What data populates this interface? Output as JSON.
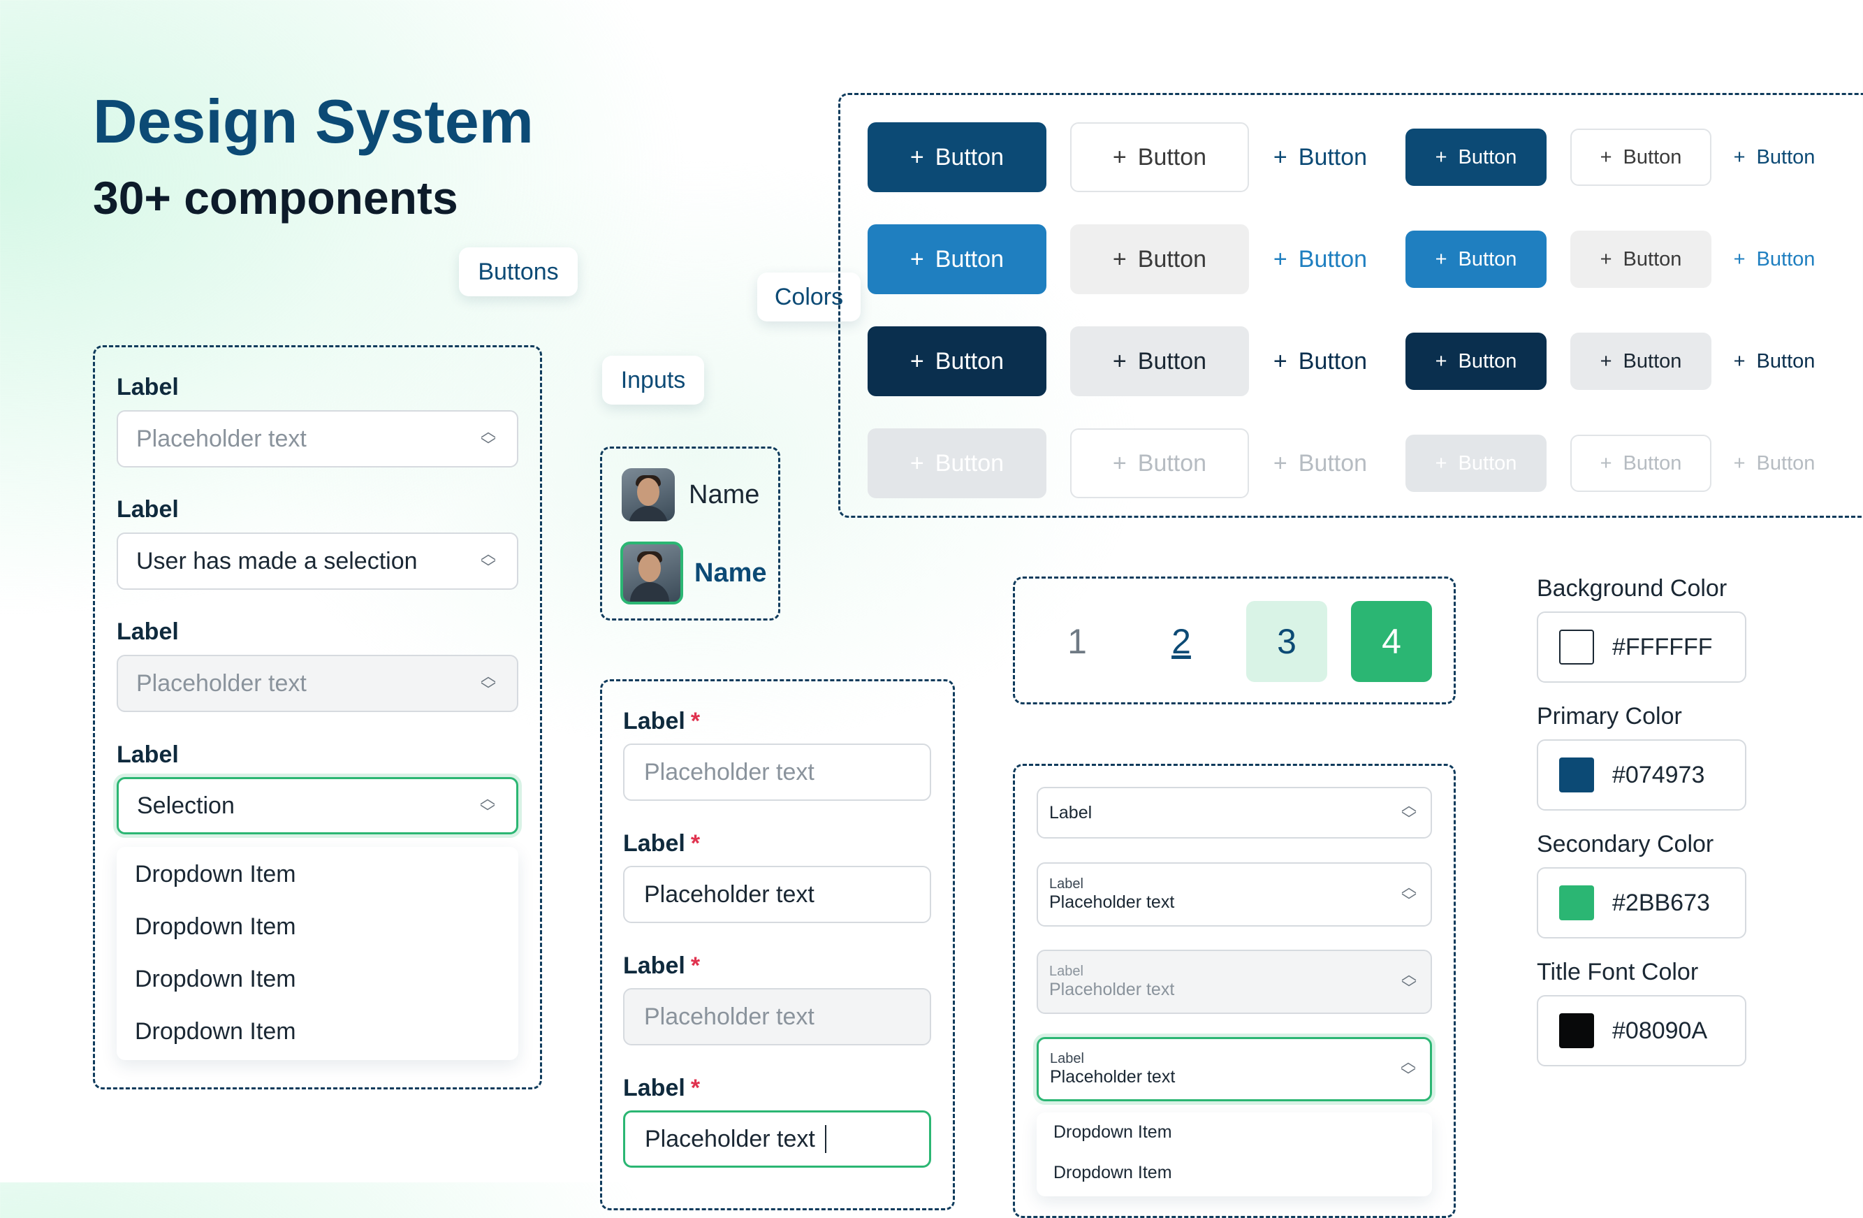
{
  "header": {
    "title": "Design System",
    "subtitle": "30+ components"
  },
  "tags": {
    "buttons": "Buttons",
    "colors": "Colors",
    "inputs": "Inputs"
  },
  "selects_panel": {
    "fields": [
      {
        "label": "Label",
        "value": "Placeholder text",
        "state": "placeholder"
      },
      {
        "label": "Label",
        "value": "User has made a selection",
        "state": "filled"
      },
      {
        "label": "Label",
        "value": "Placeholder text",
        "state": "disabled"
      },
      {
        "label": "Label",
        "value": "Selection",
        "state": "focused"
      }
    ],
    "dropdown_items": [
      "Dropdown Item",
      "Dropdown Item",
      "Dropdown Item",
      "Dropdown Item"
    ]
  },
  "avatars_panel": {
    "items": [
      {
        "name": "Name",
        "selected": false
      },
      {
        "name": "Name",
        "selected": true
      }
    ]
  },
  "inputs_panel": {
    "fields": [
      {
        "label": "Label",
        "required_mark": "*",
        "value": "Placeholder text",
        "state": "placeholder"
      },
      {
        "label": "Label",
        "required_mark": "*",
        "value": "Placeholder text",
        "state": "filled"
      },
      {
        "label": "Label",
        "required_mark": "*",
        "value": "Placeholder text",
        "state": "disabled"
      },
      {
        "label": "Label",
        "required_mark": "*",
        "value": "Placeholder text",
        "state": "focused"
      }
    ]
  },
  "buttons_panel": {
    "label": "Button",
    "icon": "plus-icon",
    "rows": [
      "default",
      "hover",
      "pressed",
      "disabled"
    ]
  },
  "pagination": {
    "pages": [
      "1",
      "2",
      "3",
      "4"
    ],
    "current": "4"
  },
  "compact_selects": {
    "single_label": "Label",
    "fields": [
      {
        "label": "Label",
        "value": "Placeholder text",
        "state": "default"
      },
      {
        "label": "Label",
        "value": "Placeholder text",
        "state": "disabled"
      },
      {
        "label": "Label",
        "value": "Placeholder text",
        "state": "focused"
      }
    ],
    "dropdown_items": [
      "Dropdown Item",
      "Dropdown Item"
    ]
  },
  "colors": [
    {
      "label": "Background Color",
      "hex": "#FFFFFF"
    },
    {
      "label": "Primary Color",
      "hex": "#074973"
    },
    {
      "label": "Secondary Color",
      "hex": "#2BB673"
    },
    {
      "label": "Title Font Color",
      "hex": "#08090A"
    }
  ],
  "theme": {
    "primary": "#074973",
    "secondary": "#2BB673",
    "title_font": "#08090A",
    "button_solid": [
      "#0c4a75",
      "#1f7fc0",
      "#0a2f4e",
      "#e3e6e9"
    ],
    "button_solid_text": [
      "#ffffff",
      "#ffffff",
      "#ffffff",
      "#ffffff"
    ],
    "button_outline_bg": [
      "#ffffff",
      "#efefef",
      "#e8eaec",
      "#ffffff"
    ],
    "button_outline_text": [
      "#3a3a3a",
      "#3a3a3a",
      "#1a2733",
      "#b6bcc2"
    ],
    "button_text_color": [
      "#0c4a75",
      "#1f7fc0",
      "#0a2f4e",
      "#b6bcc2"
    ]
  }
}
